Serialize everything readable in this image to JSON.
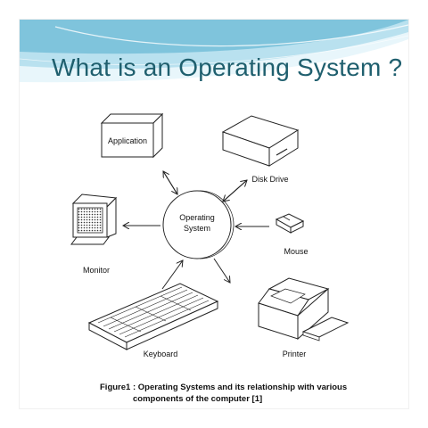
{
  "slide": {
    "title": "What is an Operating System ?",
    "banner_colors": [
      "#7fc4dc",
      "#b9e1ef",
      "#e8f6fb"
    ],
    "title_color": "#1f5f6e"
  },
  "figure": {
    "center_label_line1": "Operating",
    "center_label_line2": "System",
    "components": {
      "application": "Application",
      "disk_drive": "Disk Drive",
      "monitor": "Monitor",
      "mouse": "Mouse",
      "keyboard": "Keyboard",
      "printer": "Printer"
    },
    "caption_line1": "Figure1 : Operating Systems and its relationship with various",
    "caption_line2": "components of the computer [1]"
  }
}
